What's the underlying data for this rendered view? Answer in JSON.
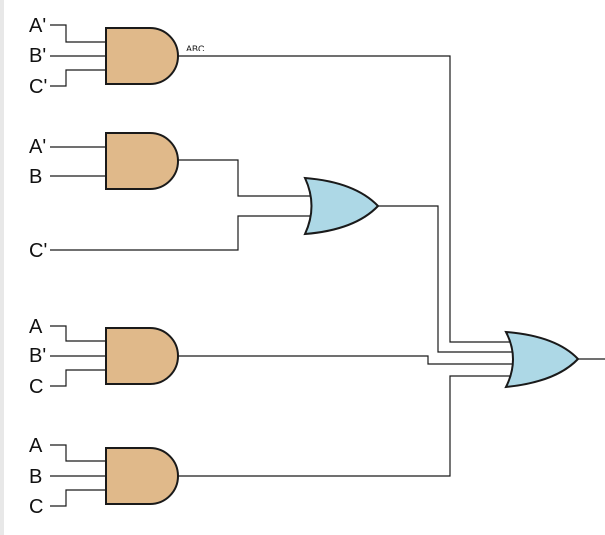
{
  "colors": {
    "and_gate": "#e0b98a",
    "or_gate": "#add8e6",
    "wire": "#1a1a1a"
  },
  "inputs": {
    "g1": [
      "A'",
      "B'",
      "C'"
    ],
    "g2": [
      "A'",
      "B"
    ],
    "g3_single": "C'",
    "g4": [
      "A",
      "B'",
      "C"
    ],
    "g5": [
      "A",
      "B",
      "C"
    ]
  },
  "fragment_text": "ABC"
}
